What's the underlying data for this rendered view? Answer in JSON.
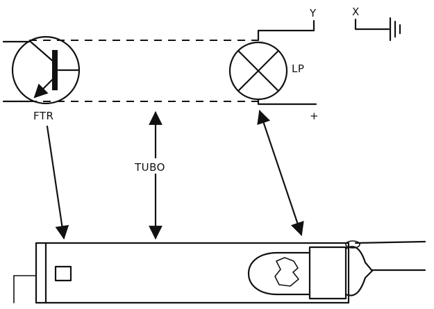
{
  "labels": {
    "y_terminal": "Y",
    "x_terminal": "X",
    "lamp": "LP",
    "phototransistor": "FTR",
    "plus_terminal": "+",
    "tube": "TUBO"
  },
  "colors": {
    "ink": "#111111",
    "paper": "#ffffff"
  }
}
